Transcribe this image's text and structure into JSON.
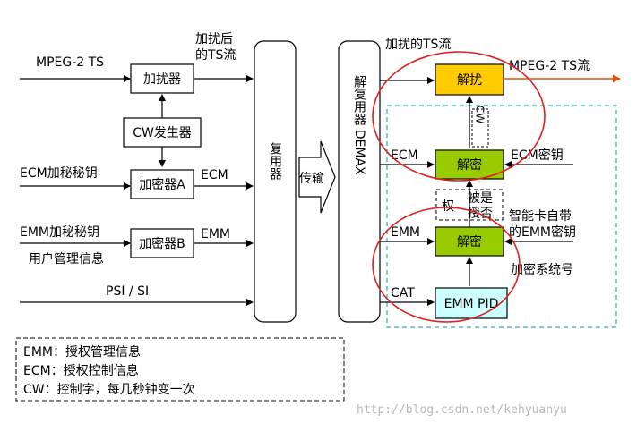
{
  "inputs": {
    "mpeg_ts": "MPEG-2 TS",
    "ecm_key": "ECM加秘秘钥",
    "emm_key": "EMM加秘秘钥",
    "user_info": "用户管理信息",
    "psi_si": "PSI / SI"
  },
  "boxes": {
    "scrambler": "加扰器",
    "cw_generator": "CW发生器",
    "encryptor_a": "加密器A",
    "encryptor_b": "加密器B",
    "mux": "复用器",
    "demux": "解复用器 DEMAX",
    "descrambler": "解扰",
    "decrypt_ecm": "解密",
    "decrypt_emm": "解密",
    "emm_pid": "EMM PID",
    "auth_a": "权",
    "auth_b": "被是",
    "auth_c": "授否"
  },
  "labels": {
    "scrambled_ts_1": "加扰后",
    "scrambled_ts_2": "的TS流",
    "ecm": "ECM",
    "emm": "EMM",
    "transmit": "传输",
    "scrambled_ts_out": "加扰的TS流",
    "mpeg_ts_out": "MPEG-2 TS流",
    "cw": "CW",
    "ecm_rx": "ECM",
    "ecm_key_rx": "ECM密钥",
    "emm_rx": "EMM",
    "smartcard_1": "智能卡自带",
    "smartcard_2": "的EMM密钥",
    "crypto_sys": "加密系统号",
    "cat": "CAT"
  },
  "legend": {
    "emm": "EMM：授权管理信息",
    "ecm": "ECM：授权控制信息",
    "cw": "CW：控制字，每几秒钟变一次"
  },
  "watermark": "http://blog.csdn.net/kehyuanyu",
  "colors": {
    "yellow_box": "#FFCC00",
    "green_box": "#99CC00",
    "teal_box": "#CCFFFF",
    "red_circle": "#E02020",
    "orange_arrow": "#E8500A",
    "dashed_teal": "#33AAAA"
  }
}
